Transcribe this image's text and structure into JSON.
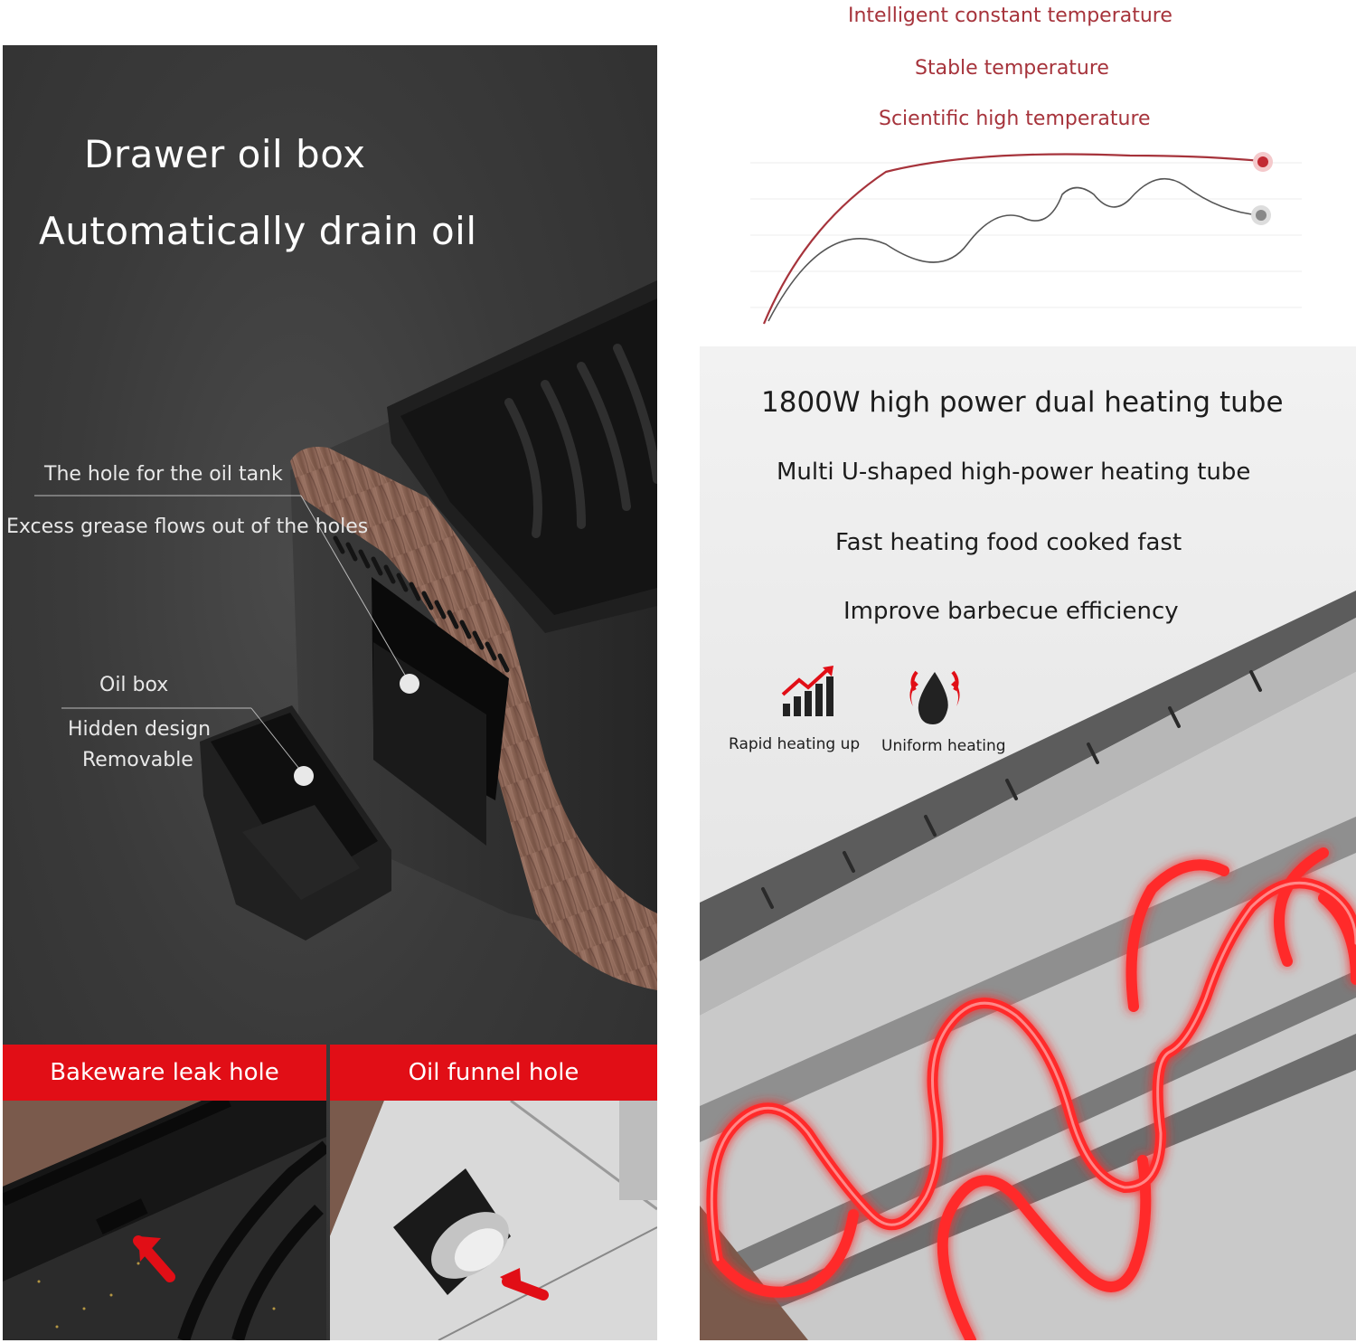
{
  "left": {
    "title_line1": "Drawer oil box",
    "title_line2": "Automatically drain oil",
    "callout_hole_1": "The hole for the oil tank",
    "callout_hole_2": "Excess grease flows out of the holes",
    "callout_box_1": "Oil box",
    "callout_box_2": "Hidden design",
    "callout_box_3": "Removable",
    "tabs": [
      {
        "label": "Bakeware leak hole"
      },
      {
        "label": "Oil funnel hole"
      }
    ]
  },
  "right_top": {
    "lines": [
      "Intelligent constant temperature",
      "Stable temperature",
      "Scientific high temperature"
    ]
  },
  "right_bottom": {
    "headline": "1800W high power dual heating tube",
    "lines": [
      "Multi U-shaped high-power heating tube",
      "Fast heating food cooked fast",
      "Improve barbecue efficiency"
    ],
    "icons": [
      {
        "name": "rapid-heating-icon",
        "caption": "Rapid heating up"
      },
      {
        "name": "uniform-heating-icon",
        "caption": "Uniform heating"
      }
    ]
  },
  "colors": {
    "accent_red": "#e10e16",
    "temp_text": "#a6333b",
    "heating_tube": "#ff2a2a"
  }
}
